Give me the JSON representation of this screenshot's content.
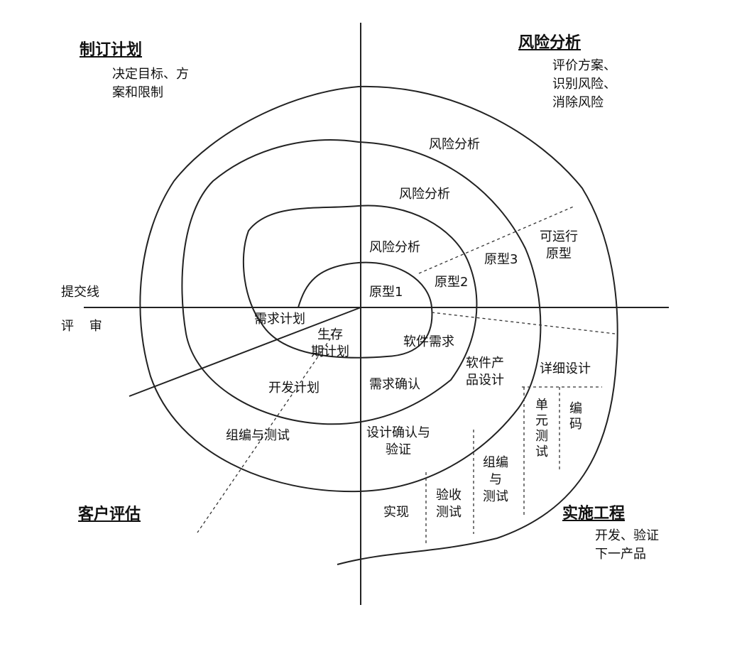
{
  "quadrants": {
    "top_left": {
      "title": "制订计划",
      "desc": [
        "决定目标、方",
        "案和限制"
      ]
    },
    "top_right": {
      "title": "风险分析",
      "desc": [
        "评价方案、",
        "识别风险、",
        "消除风险"
      ]
    },
    "bottom_left": {
      "title": "客户评估"
    },
    "bottom_right": {
      "title": "实施工程",
      "desc": [
        "开发、验证",
        "下一产品"
      ]
    }
  },
  "left_side": {
    "submit_line": "提交线",
    "review": "评 审"
  },
  "labels": {
    "risk1": "风险分析",
    "risk2": "风险分析",
    "risk3": "风险分析",
    "proto1": "原型1",
    "proto2": "原型2",
    "proto3": "原型3",
    "operational_proto": [
      "可运行",
      "原型"
    ],
    "req_plan": "需求计划",
    "lifecycle_plan": [
      "生存",
      "期计划"
    ],
    "dev_plan": "开发计划",
    "integration_test_plan": "组编与测试",
    "software_req": "软件需求",
    "req_confirm": "需求确认",
    "product_design": [
      "软件产",
      "品设计"
    ],
    "design_confirm": [
      "设计确认与",
      "验证"
    ],
    "detailed_design": "详细设计",
    "implementation": "实现",
    "acceptance_test": [
      "验收",
      "测试"
    ],
    "integration_test": [
      "组编",
      "与",
      "测试"
    ],
    "unit_test": "单元测试",
    "coding": "编码"
  }
}
